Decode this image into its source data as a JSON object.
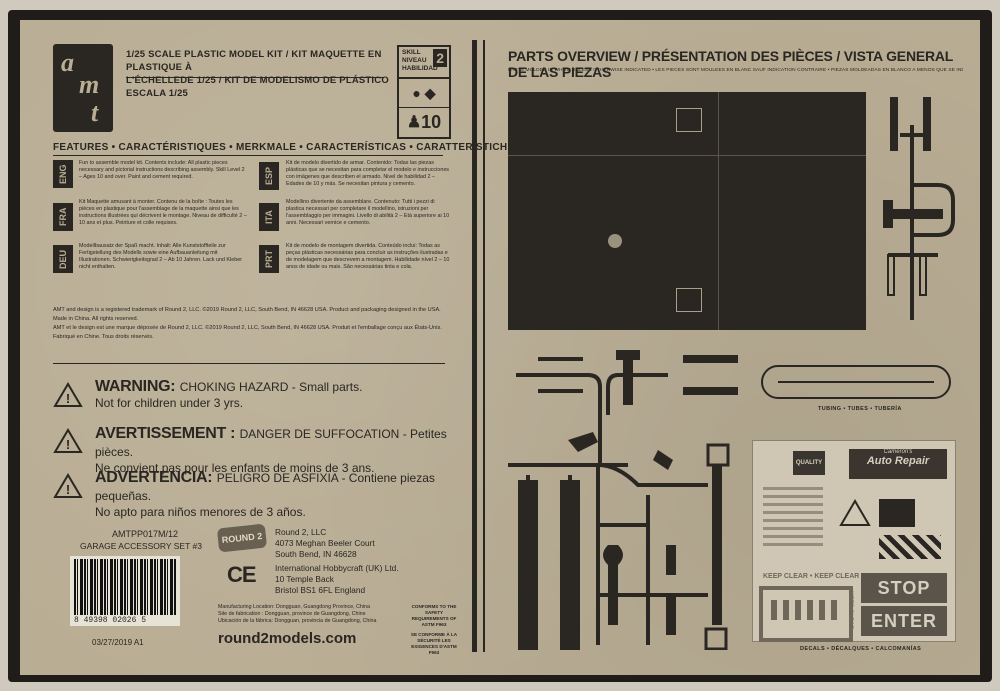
{
  "header": {
    "logo_a": "a",
    "logo_m": "m",
    "logo_t": "t",
    "title_line1": "1/25 SCALE PLASTIC MODEL KIT / KIT MAQUETTE EN PLASTIQUE À",
    "title_line2": "L'ÉCHELLEDE 1/25 / KIT DE MODELISMO DE PLÁSTICO ESCALA 1/25"
  },
  "skill": {
    "label1": "SKILL",
    "label2": "NIVEAU",
    "label3": "HABILIDAD",
    "level": "2",
    "age": "10"
  },
  "features": {
    "heading": "FEATURES • CARACTÉRISTIQUES • MERKMALE • CARACTERÍSTICAS • CARATTERISTICHE",
    "langs": [
      {
        "code": "ENG",
        "text": "Fun to assemble model kit. Contents include: All plastic pieces necessary and pictorial instructions describing assembly. Skill Level 2 – Ages 10 and over. Paint and cement required."
      },
      {
        "code": "FRA",
        "text": "Kit Maquette amusant à monter. Contenu de la boîte : Toutes les pièces en plastique pour l'assemblage de la maquette ainsi que les instructions illustrées qui décrivent le montage. Niveau de difficulté 2 – 10 ans et plus. Peinture et colle requises."
      },
      {
        "code": "DEU",
        "text": "Modellbausatz der Spaß macht. Inhalt: Alle Kunststoffteile zur Fertigstellung des Modells sowie eine Aufbauanleitung mit Illustrationen. Schwierigkeitsgrad 2 – Ab 10 Jahren. Lack und Kleber nicht enthalten."
      },
      {
        "code": "ESP",
        "text": "Kit de modelo divertido de armar. Contenido: Todas las piezas plásticas que se necesitan para completar el modelo e instrucciones con imágenes que describen el armado. Nivel de habilidad 2 – Edades de 10 y más. Se necesitan pintura y cemento."
      },
      {
        "code": "ITA",
        "text": "Modellino divertente da assemblare. Contenuto: Tutti i pezzi di plastica necessari per completare il modellino, istruzioni per l'assemblaggio per immagini. Livello di abilità 2 – Età superiore ai 10 anni. Necessari vernice e cemento."
      },
      {
        "code": "PRT",
        "text": "Kit de modelo de montagem divertida. Conteúdo inclui: Todas as peças plásticas necessárias para concluir as instruções ilustradas e de modelagem que descrevem a montagem. Habilidade nível 2 – 10 anos de idade ou mais. São necessárias tinta e cola."
      }
    ]
  },
  "legal": {
    "line1": "AMT and design is a registered trademark of Round 2, LLC. ©2019 Round 2, LLC, South Bend, IN 46628 USA. Product and packaging designed in the USA.",
    "line2": "Made in China. All rights reserved.",
    "line3": "AMT et le design est une marque déposée de Round 2, LLC. ©2019 Round 2, LLC, South Bend, IN 46628 USA. Produit et l'emballage conçu aux États-Unis.",
    "line4": "Fabriqué en Chine. Tous droits réservés."
  },
  "warnings": [
    {
      "title": "WARNING:",
      "hazard": "CHOKING HAZARD",
      "tail": " - Small parts.",
      "sub": "Not for children under 3 yrs."
    },
    {
      "title": "AVERTISSEMENT :",
      "hazard": "DANGER DE SUFFOCATION",
      "tail": " - Petites pièces.",
      "sub": "Ne convient pas pour les enfants de moins de 3 ans."
    },
    {
      "title": "ADVERTENCIA:",
      "hazard": "PELIGRO DE ASFIXIA",
      "tail": " - Contiene piezas pequeñas.",
      "sub": "No apto para niños menores de 3 años."
    }
  ],
  "product": {
    "code": "AMTPP017M/12",
    "name": "GARAGE ACCESSORY SET #3",
    "barcode_digits": "8  49398 02026  5",
    "date": "03/27/2019 A1"
  },
  "company": {
    "logo_text": "ROUND 2",
    "name": "Round 2, LLC",
    "street": "4073 Meghan Beeler Court",
    "city": "South Bend, IN 46628",
    "ce_mark": "CE",
    "uk_name": "International Hobbycraft (UK) Ltd.",
    "uk_street": "10 Temple Back",
    "uk_city": "Bristol BS1 6FL England",
    "mfg1": "Manufacturing Location: Dongguan, Guangdong Province, China",
    "mfg2": "Site de fabrication : Dongguan, province de Guangdong, Chine",
    "mfg3": "Ubicación de la fábrica: Dongguan, provincia de Guangdong, China",
    "astm1": "CONFORMS TO THE SAFETY REQUIREMENTS OF ASTM F963",
    "astm2": "SE CONFORME À LA SÉCURITÉ LES EXIGENCES D'ASTM F963",
    "website": "round2models.com"
  },
  "parts": {
    "title": "PARTS OVERVIEW / PRÉSENTATION DES PIÈCES / VISTA GENERAL DE LAS PIEZAS",
    "subtitle": "PARTS MOLDED IN WHITE UNLESS OTHERWISE INDICATED • LES PIÈCES SONT MOULÉES EN BLANC SAUF INDICATION CONTRAIRE • PIEZAS MOLDEADAS EN BLANCO A MENOS QUE SE INDIQUE LO CONTRARIO",
    "tubing_caption": "TUBING • TUBES • TUBERÍA",
    "decals_caption": "DECALS • DÉCALQUES • CALCOMANÍAS"
  },
  "decals": {
    "auto_repair_small": "Cameron's",
    "auto_repair": "Auto Repair",
    "quality": "QUALITY",
    "keep_clear1": "KEEP CLEAR",
    "keep_clear2": "KEEP CLEAR • KEEP CLEAR",
    "stop": "STOP",
    "enter": "ENTER"
  }
}
